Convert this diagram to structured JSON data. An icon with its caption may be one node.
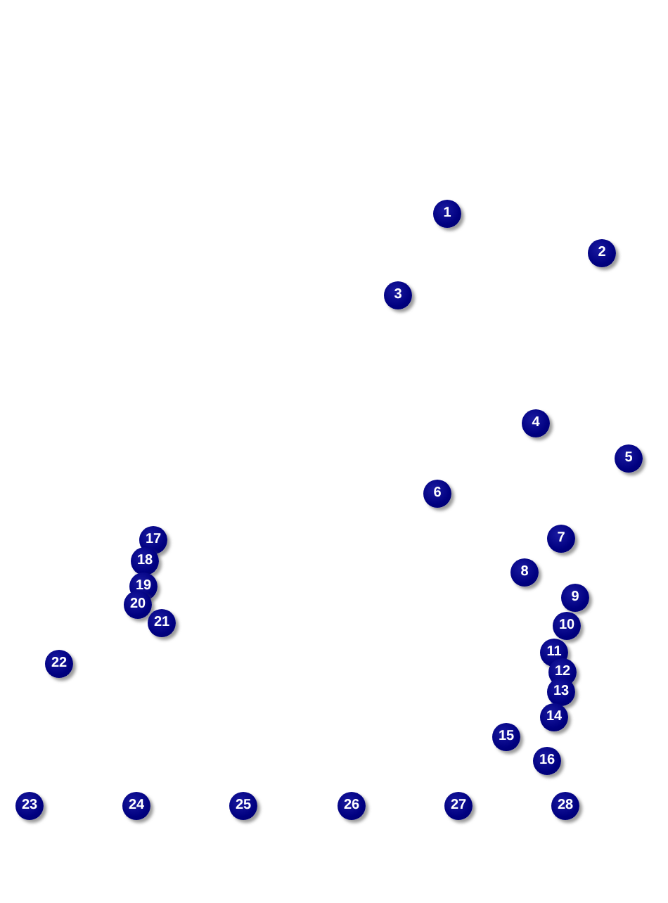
{
  "diagram": {
    "labels": [
      "1",
      "2",
      "3",
      "4",
      "5",
      "6",
      "7",
      "8",
      "9",
      "10",
      "11",
      "12",
      "13",
      "14",
      "15",
      "16",
      "17",
      "18",
      "19",
      "20",
      "21",
      "22",
      "23",
      "24",
      "25",
      "26",
      "27",
      "28"
    ]
  }
}
